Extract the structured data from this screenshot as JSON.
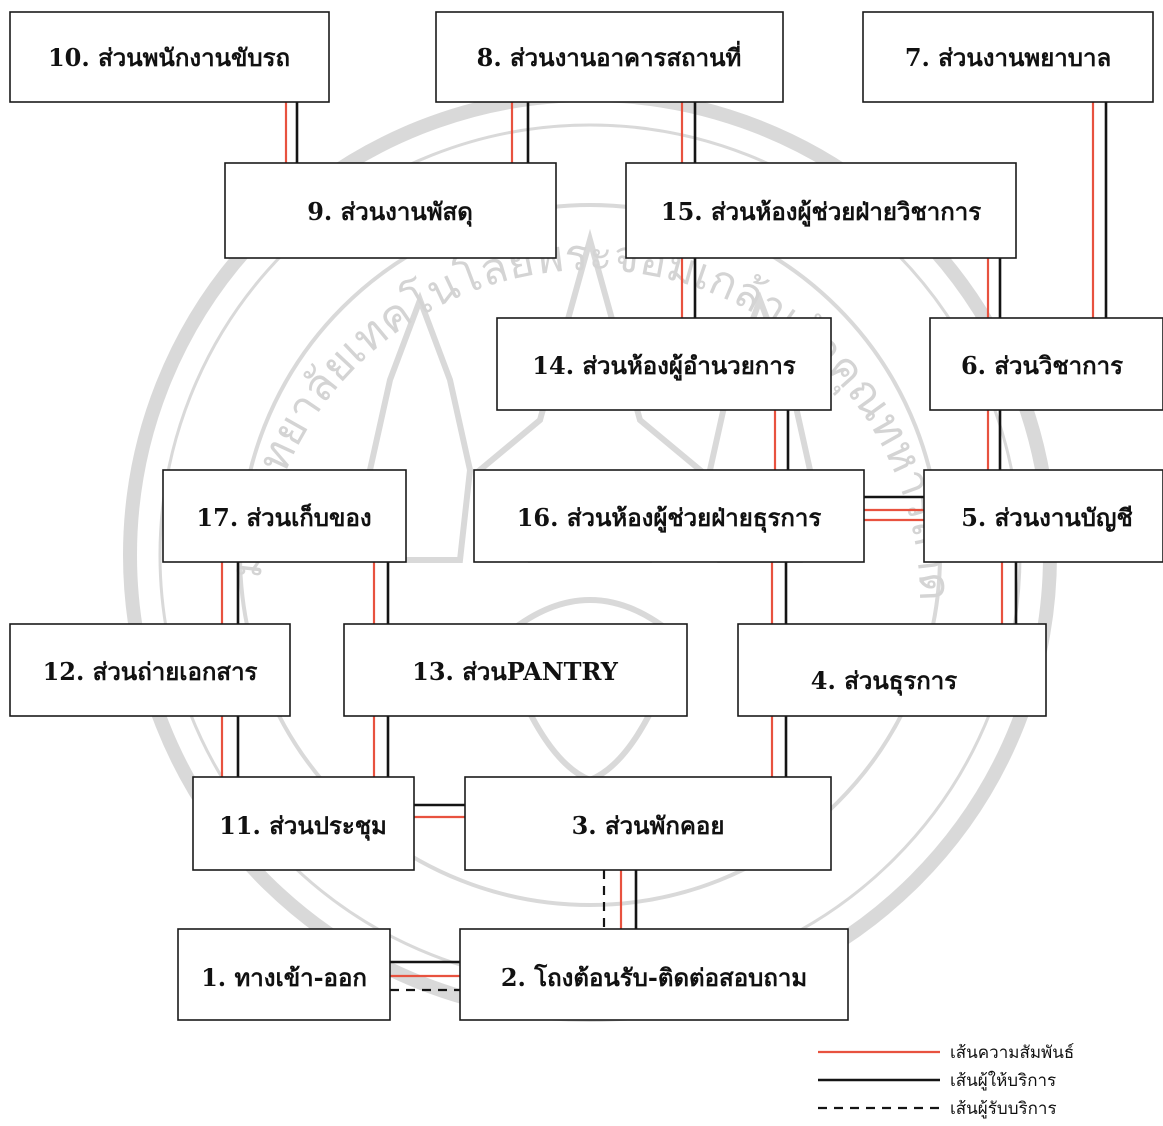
{
  "nodes": {
    "n1": "1. ทางเข้า-ออก",
    "n2": "2. โถงต้อนรับ-ติดต่อสอบถาม",
    "n3": "3. ส่วนพักคอย",
    "n4": "4. ส่วนธุรการ",
    "n5": "5. ส่วนงานบัญชี",
    "n6": "6. ส่วนวิชาการ",
    "n7": "7. ส่วนงานพยาบาล",
    "n8": "8. ส่วนงานอาคารสถานที่",
    "n9": "9. ส่วนงานพัสดุ",
    "n10": "10. ส่วนพนักงานขับรถ",
    "n11": "11. ส่วนประชุม",
    "n12": "12. ส่วนถ่ายเอกสาร",
    "n13": "13. ส่วนPANTRY",
    "n14": "14. ส่วนห้องผู้อำนวยการ",
    "n15": "15. ส่วนห้องผู้ช่วยฝ่ายวิชาการ",
    "n16": "16. ส่วนห้องผู้ช่วยฝ่ายธุรการ",
    "n17": "17. ส่วนเก็บของ"
  },
  "legend": {
    "relation": "เส้นความสัมพันธ์",
    "provider": "เส้นผู้ให้บริการ",
    "receiver": "เส้นผู้รับบริการ"
  },
  "watermark": {
    "text": "มหาวิทยาลัยเทคโนโลยีพระจอมเกล้าเจ้าคุณทหารลาดกระบัง"
  },
  "colors": {
    "relation": "#e8523f",
    "provider": "#141414",
    "receiver": "#141414"
  }
}
